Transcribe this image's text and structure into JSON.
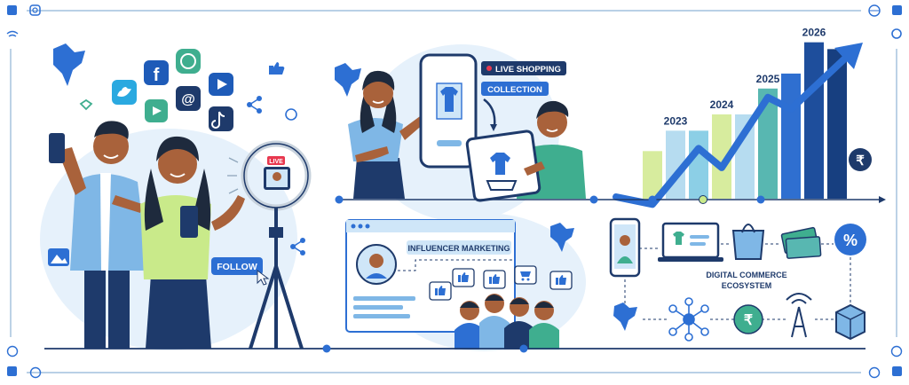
{
  "labels": {
    "live_badge": "LIVE",
    "follow": "FOLLOW",
    "live_shopping": "LIVE SHOPPING",
    "collection": "COLLECTION",
    "influencer_marketing": "INFLUENCER MARKETING",
    "ecosystem_line1": "DIGITAL COMMERCE",
    "ecosystem_line2": "ECOSYSTEM",
    "currency_symbol": "₹",
    "percent_symbol": "%"
  },
  "chart_data": {
    "type": "bar",
    "categories": [
      "",
      "2023",
      "",
      "2024",
      "",
      "2025",
      "",
      "2026",
      ""
    ],
    "values": [
      3.5,
      5.0,
      5.0,
      6.2,
      6.2,
      8.1,
      9.2,
      11.5,
      11.0
    ],
    "ylim": [
      0,
      12
    ],
    "grid": false,
    "bar_colors": [
      "#d7ec9e",
      "#b6dcf0",
      "#8ccfe6",
      "#d7ec9e",
      "#b6dcf0",
      "#58b7b1",
      "#2f6fd0",
      "#1e4e9c",
      "#173f80"
    ],
    "trend_color": "#2d6fd3"
  },
  "colors": {
    "navy": "#1e3a6b",
    "blue": "#2d6fd3",
    "light_blue_bg": "#e6f1fb",
    "lime": "#c9ea8a",
    "teal": "#3fae8f",
    "skin": "#a9623b"
  }
}
